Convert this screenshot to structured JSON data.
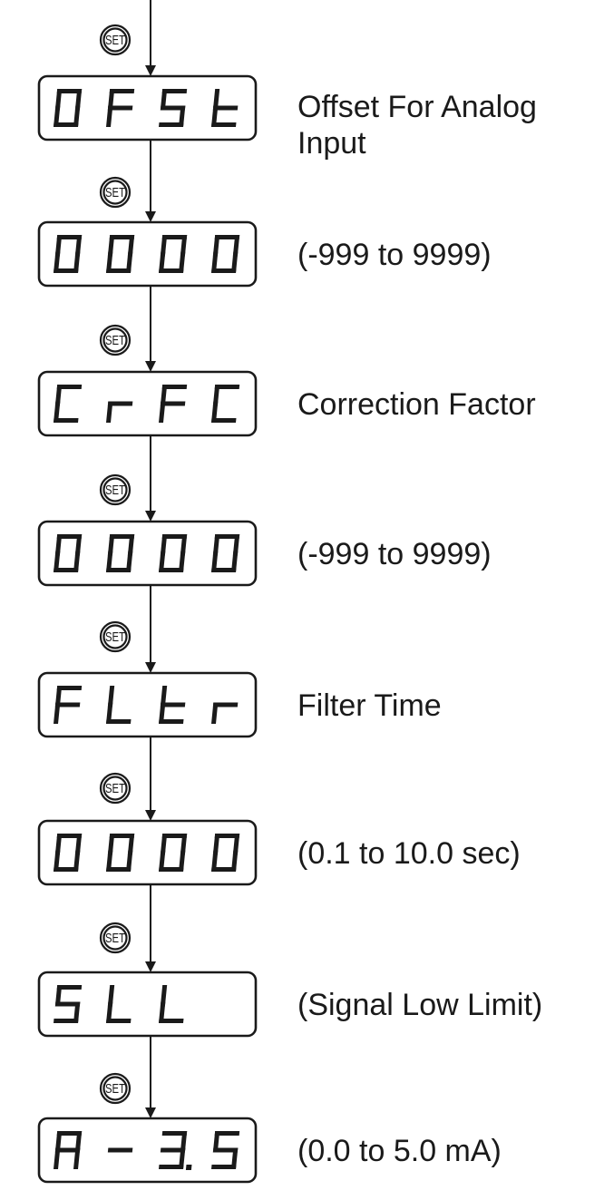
{
  "set_button_label": "SET",
  "steps": [
    {
      "display": "0FSt",
      "label_lines": [
        "Offset For Analog",
        "Input"
      ]
    },
    {
      "display": "0000",
      "label_lines": [
        "(-999 to 9999)"
      ]
    },
    {
      "display": "CrFC",
      "label_lines": [
        "Correction Factor"
      ]
    },
    {
      "display": "0000",
      "label_lines": [
        "(-999 to 9999)"
      ]
    },
    {
      "display": "FLtr",
      "label_lines": [
        "Filter Time"
      ]
    },
    {
      "display": "0000",
      "label_lines": [
        "(0.1 to 10.0 sec)"
      ]
    },
    {
      "display": "SLL ",
      "label_lines": [
        "(Signal Low Limit)"
      ]
    },
    {
      "display": "A-3.5",
      "label_lines": [
        "(0.0 to 5.0 mA)"
      ]
    }
  ],
  "colors": {
    "ink": "#1a1a1a",
    "background": "#ffffff"
  }
}
